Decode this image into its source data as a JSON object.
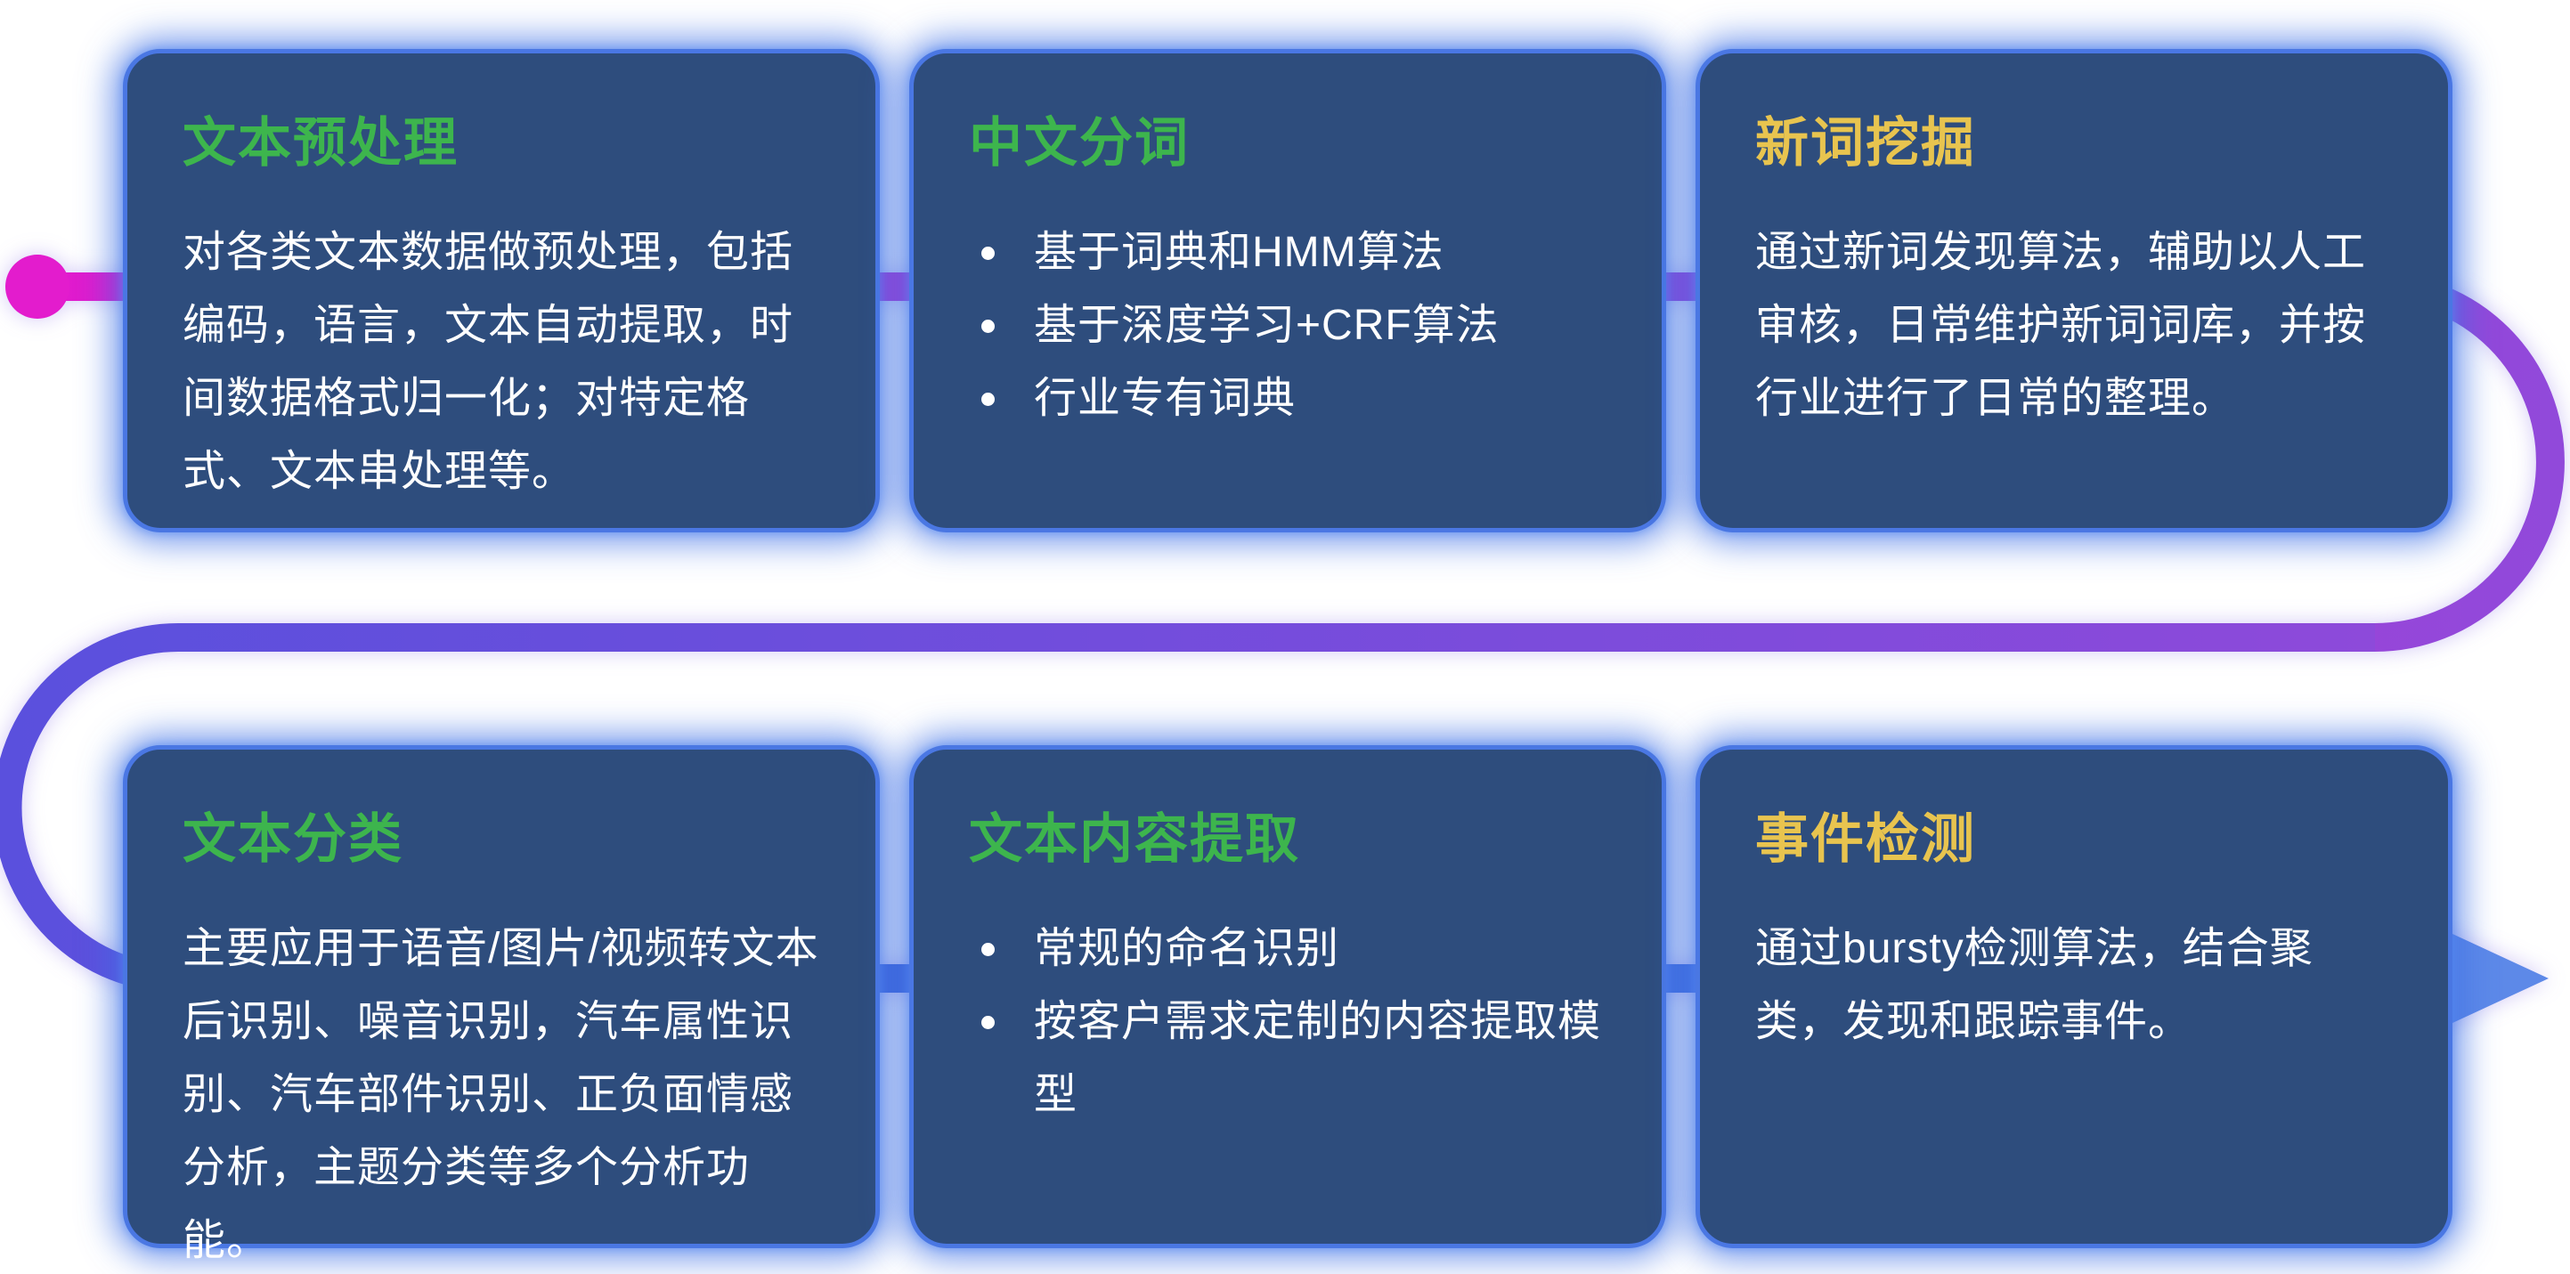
{
  "page": {
    "background": "#ffffff",
    "card_bg": "#2e4d7d",
    "card_glow": "#4a77e3",
    "body_text_color": "#ffffff"
  },
  "connector": {
    "start_dot_color": "#e31ccd",
    "magenta": "#e319cd",
    "purple": "#9149da",
    "indigo": "#5a50dd",
    "blue": "#3f63d8",
    "arrow_color": "#5d89e8",
    "arrow_icon": "right-arrow"
  },
  "cards": [
    {
      "title": "文本预处理",
      "title_color": "#3db54d",
      "body": "对各类文本数据做预处理，包括编码，语言，文本自动提取，时间数据格式归一化；对特定格式、文本串处理等。"
    },
    {
      "title": "中文分词",
      "title_color": "#3db54d",
      "bullets": [
        "基于词典和HMM算法",
        "基于深度学习+CRF算法",
        "行业专有词典"
      ]
    },
    {
      "title": "新词挖掘",
      "title_color": "#e8c44f",
      "body": "通过新词发现算法，辅助以人工审核，日常维护新词词库，并按行业进行了日常的整理。"
    },
    {
      "title": "文本分类",
      "title_color": "#3db54d",
      "body": "主要应用于语音/图片/视频转文本后识别、噪音识别，汽车属性识别、汽车部件识别、正负面情感分析，主题分类等多个分析功能。"
    },
    {
      "title": "文本内容提取",
      "title_color": "#3db54d",
      "bullets": [
        "常规的命名识别",
        "按客户需求定制的内容提取模型"
      ]
    },
    {
      "title": "事件检测",
      "title_color": "#e8c44f",
      "body": "通过bursty检测算法，结合聚类，发现和跟踪事件。"
    }
  ]
}
